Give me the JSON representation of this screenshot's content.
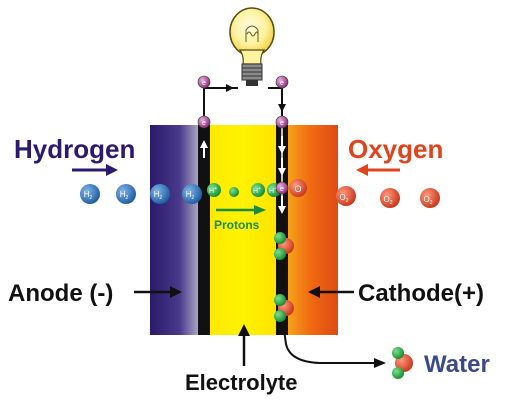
{
  "labels": {
    "hydrogen": "Hydrogen",
    "oxygen": "Oxygen",
    "anode": "Anode (-)",
    "cathode": "Cathode(+)",
    "electrolyte": "Electrolyte",
    "protons": "Protons",
    "water": "Water"
  },
  "particles": {
    "electron": "e",
    "hydrogen_molecule": "H",
    "hydrogen_sub": "2",
    "proton": "H",
    "proton_sup": "+",
    "oxygen_atom": "O",
    "oxygen_molecule": "O",
    "oxygen_sub": "2"
  },
  "colors": {
    "hydrogen_text": "#2c1a6e",
    "oxygen_text": "#e0441c",
    "anode": "#3a2a86",
    "electrolyte": "#ffee00",
    "cathode": "#f26a12",
    "protons_text": "#1a8c3a",
    "water_text": "#3a4a8a",
    "electron": "#b04a9c",
    "hydrogen_ball": "#2a6fb8",
    "oxygen_ball": "#e24a28",
    "proton_ball": "#1f9a3a"
  },
  "icons": {
    "bulb": "light-bulb-icon",
    "arrow": "arrow-icon"
  }
}
